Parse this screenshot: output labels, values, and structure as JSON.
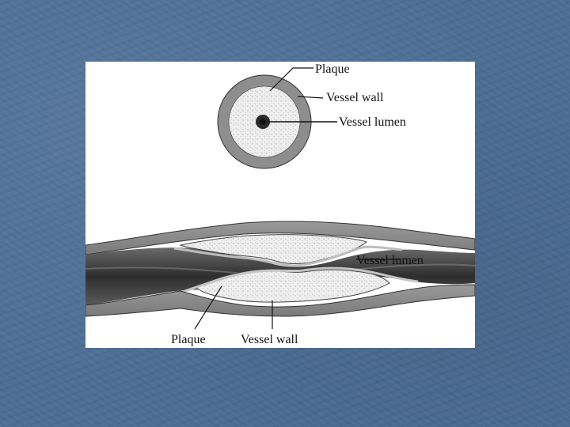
{
  "diagram": {
    "cross_section": {
      "labels": {
        "plaque": "Plaque",
        "wall": "Vessel wall",
        "lumen": "Vessel lumen"
      }
    },
    "longitudinal": {
      "labels": {
        "lumen": "Vessel lumen",
        "plaque": "Plaque",
        "wall": "Vessel wall"
      }
    },
    "colors": {
      "background": "#4d6f96",
      "vessel_wall": "#8a8a8a",
      "plaque": "#ececec",
      "lumen": "#3a3a3a"
    }
  }
}
